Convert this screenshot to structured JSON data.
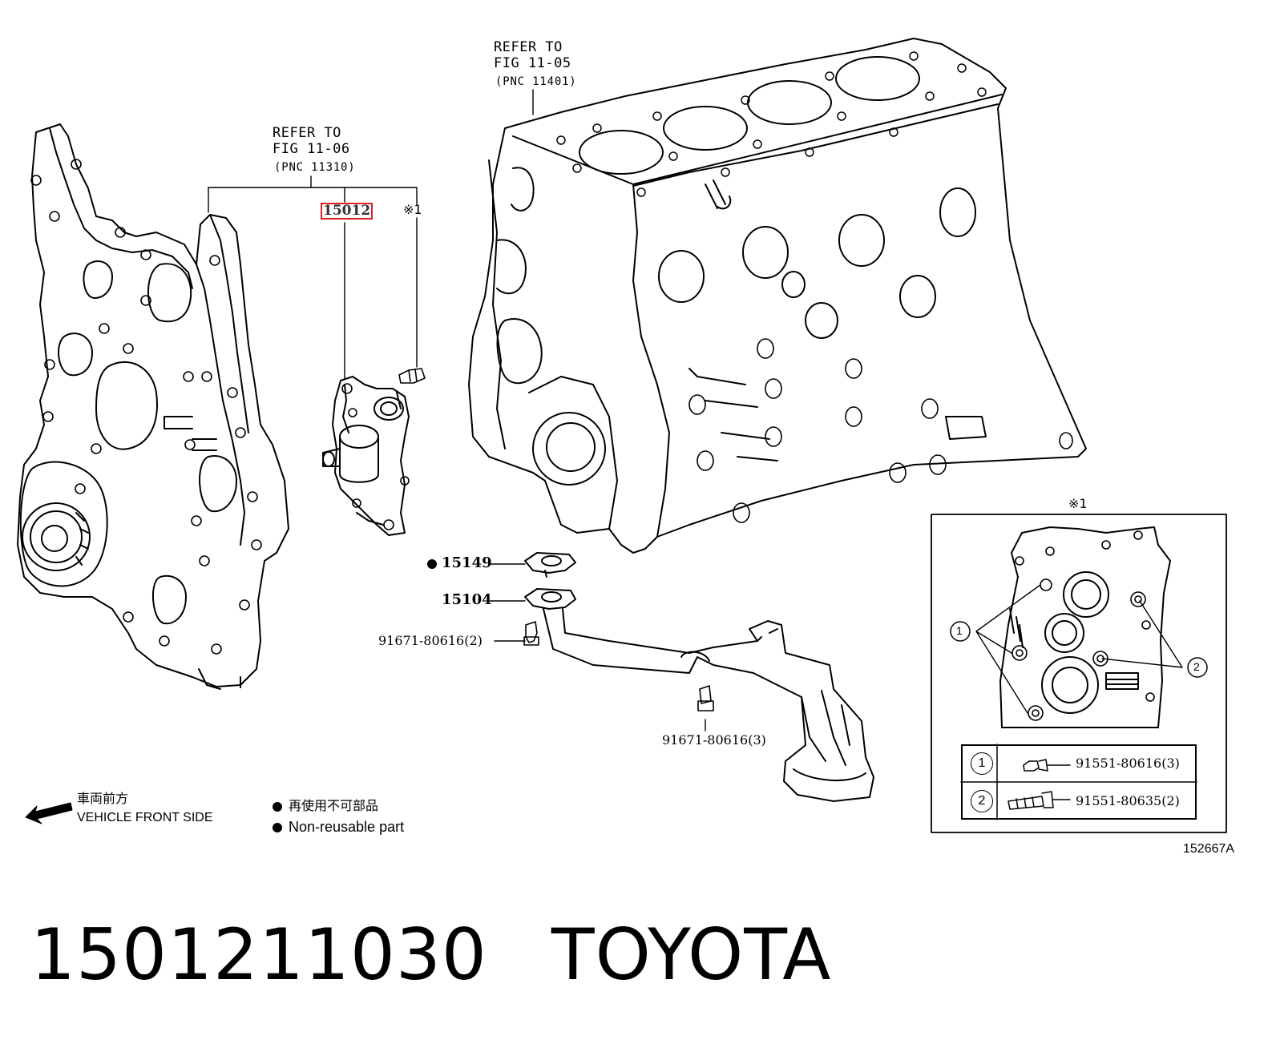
{
  "refs": {
    "block_top": {
      "line1": "REFER TO",
      "line2": "FIG 11-05",
      "pnc": "(PNC 11401)"
    },
    "cover": {
      "line1": "REFER TO",
      "line2": "FIG 11-06",
      "pnc": "(PNC 11310)"
    }
  },
  "parts": {
    "highlighted": "15012",
    "p15149": "15149",
    "p15104": "15104",
    "bolt_a": "91671-80616(2)",
    "bolt_b": "91671-80616(3)",
    "note_mark": "※1"
  },
  "inset": {
    "mark": "※1",
    "callout_1": "1",
    "callout_2": "2",
    "table": [
      {
        "num": "1",
        "part": "91551-80616(3)"
      },
      {
        "num": "2",
        "part": "91551-80635(2)"
      }
    ]
  },
  "legend": {
    "front_jp": "車両前方",
    "front_en": "VEHICLE FRONT SIDE",
    "nonreuse_jp": "再使用不可部品",
    "nonreuse_en": "Non-reusable part"
  },
  "figure_id": "152667A",
  "footer": {
    "part_number": "1501211030",
    "brand": "TOYOTA"
  }
}
